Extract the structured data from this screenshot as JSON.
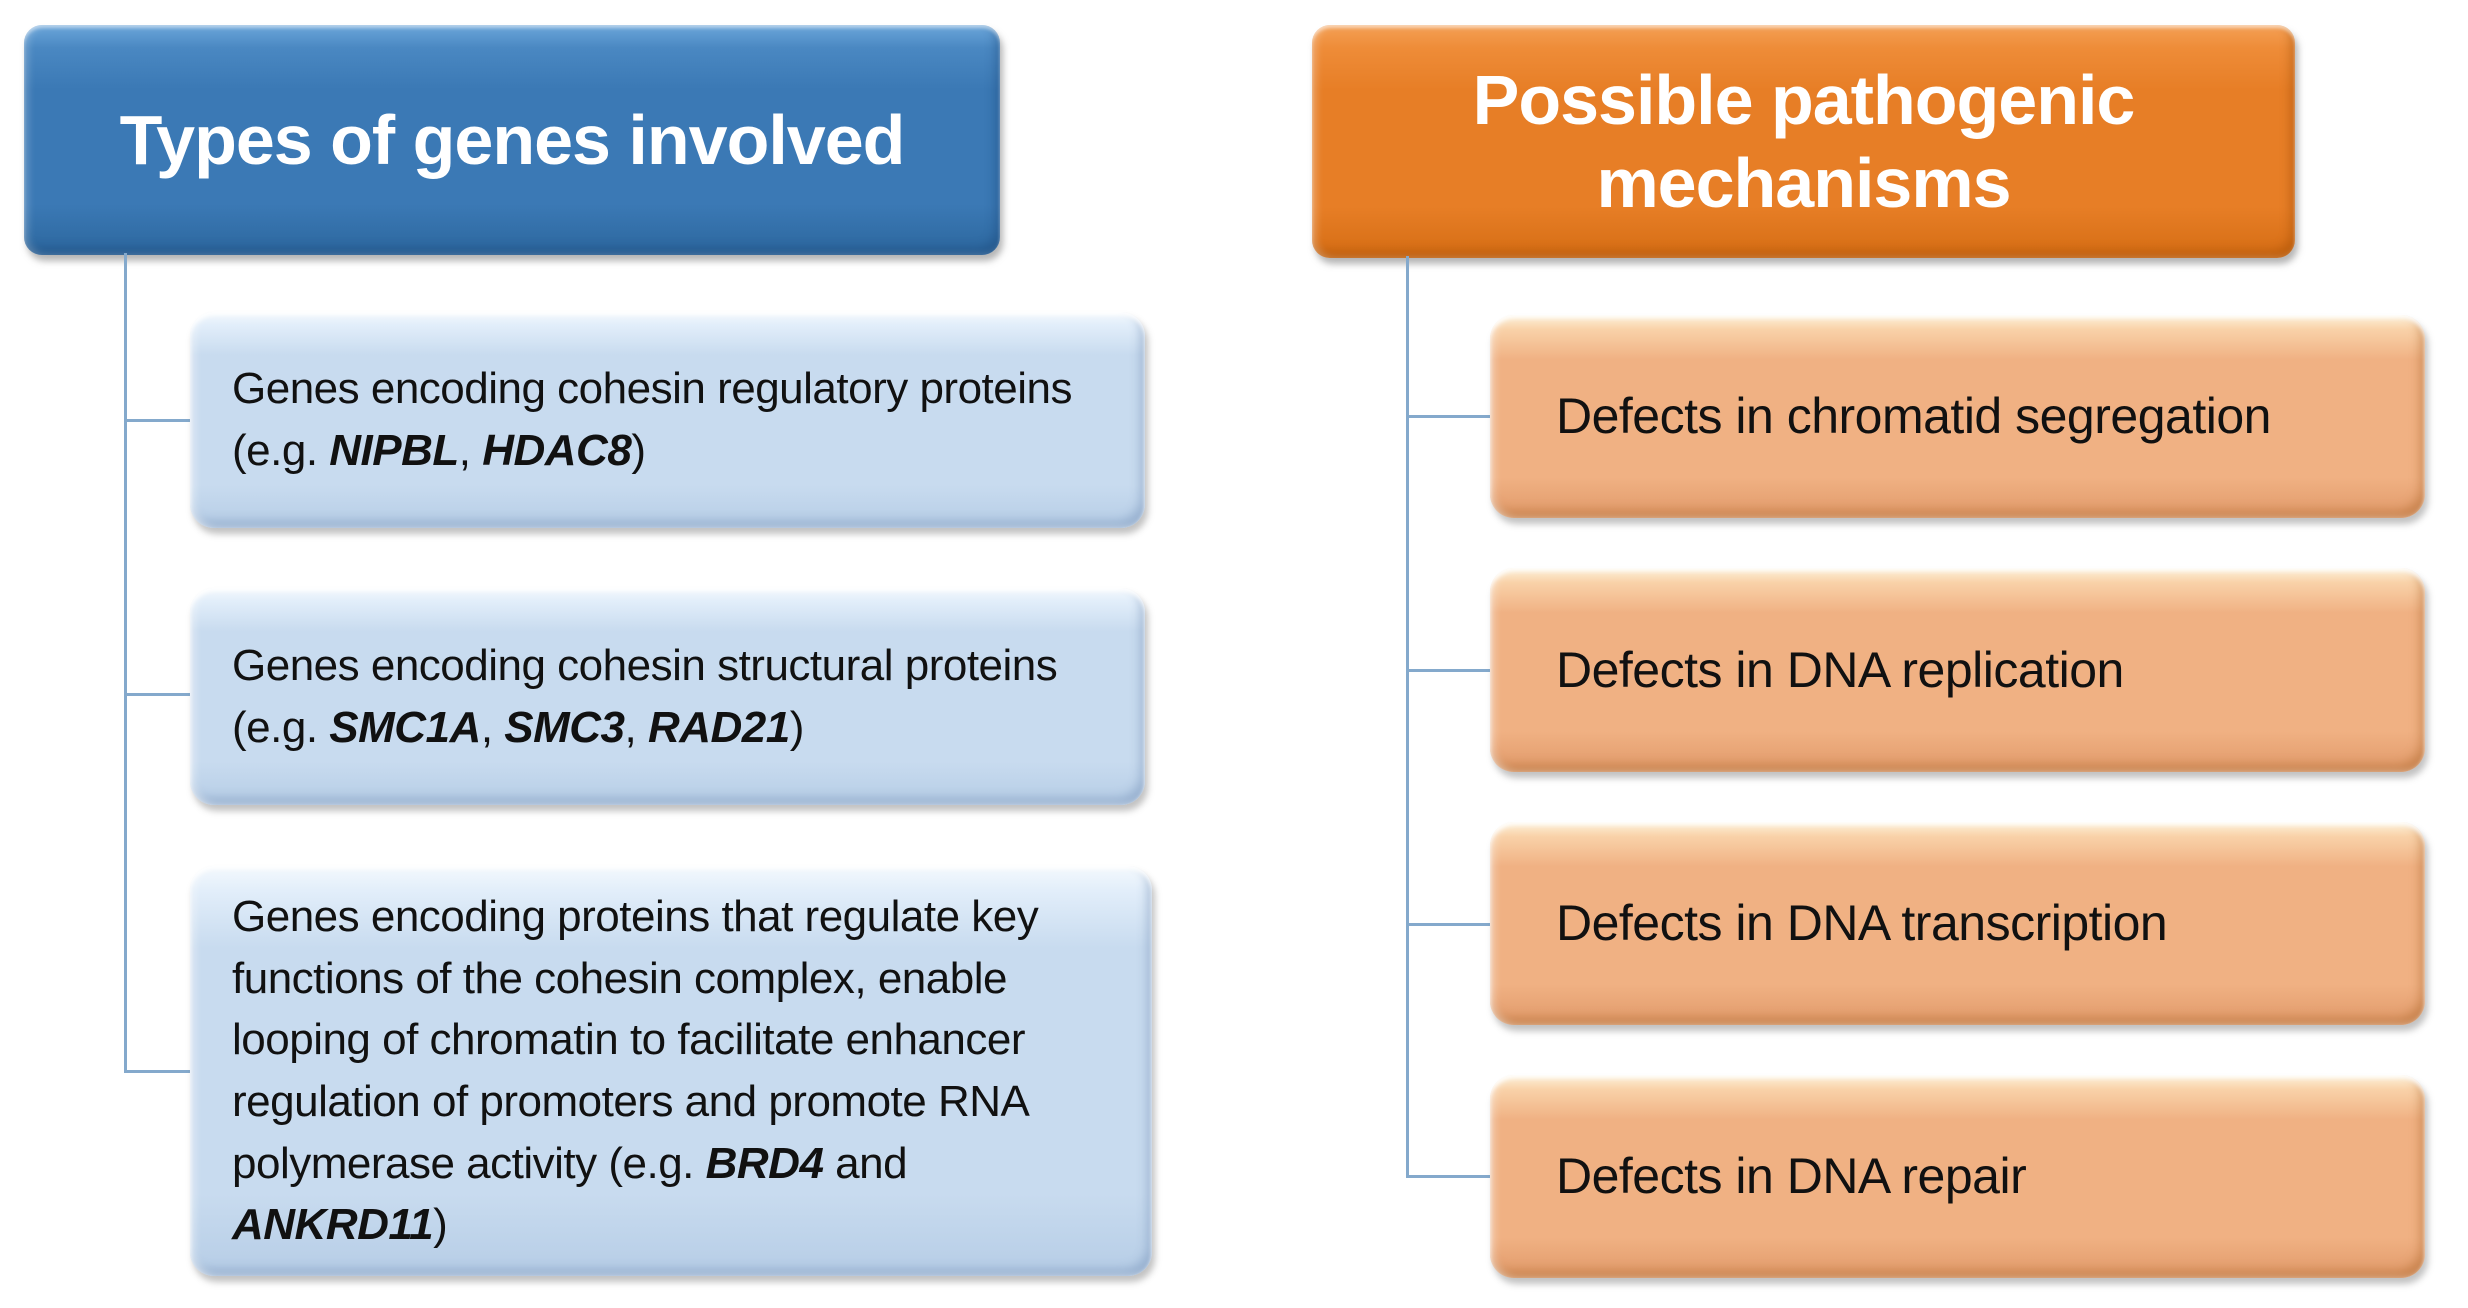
{
  "left_panel": {
    "header": "Types of genes involved",
    "items": [
      {
        "parts": [
          {
            "text": "Genes encoding cohesin regulatory proteins (e.g. "
          },
          {
            "text": "NIPBL",
            "emphasis": true
          },
          {
            "text": ", "
          },
          {
            "text": "HDAC8",
            "emphasis": true
          },
          {
            "text": ")"
          }
        ]
      },
      {
        "parts": [
          {
            "text": "Genes encoding cohesin structural proteins (e.g. "
          },
          {
            "text": "SMC1A",
            "emphasis": true
          },
          {
            "text": ", "
          },
          {
            "text": "SMC3",
            "emphasis": true
          },
          {
            "text": ", "
          },
          {
            "text": "RAD21",
            "emphasis": true
          },
          {
            "text": ")"
          }
        ]
      },
      {
        "parts": [
          {
            "text": "Genes encoding proteins that regulate key functions of the cohesin complex, enable looping of chromatin to facilitate enhancer regulation of promoters and promote RNA polymerase activity (e.g. "
          },
          {
            "text": "BRD4",
            "emphasis": true
          },
          {
            "text": " and "
          },
          {
            "text": "ANKRD11",
            "emphasis": true
          },
          {
            "text": ")"
          }
        ]
      }
    ]
  },
  "right_panel": {
    "header": "Possible pathogenic mechanisms",
    "items": [
      {
        "parts": [
          {
            "text": "Defects in chromatid segregation"
          }
        ]
      },
      {
        "parts": [
          {
            "text": "Defects in DNA replication"
          }
        ]
      },
      {
        "parts": [
          {
            "text": "Defects in DNA transcription"
          }
        ]
      },
      {
        "parts": [
          {
            "text": "Defects in DNA repair"
          }
        ]
      }
    ]
  },
  "colors": {
    "background": "#ffffff",
    "connector": "#84a9cc",
    "header-text": "#ffffff",
    "item-text": "#111111",
    "blue-header-top": "#6ba6da",
    "blue-header-mid": "#3b79b5",
    "blue-header-bottom": "#2c679e",
    "blue-item-top": "#e2eefa",
    "blue-item-mid": "#c8dbef",
    "blue-item-bottom": "#b6cde6",
    "orange-header-top": "#f4a055",
    "orange-header-mid": "#e77e26",
    "orange-header-bottom": "#d56d14",
    "orange-item-top": "#f9d2a9",
    "orange-item-mid": "#f0b183",
    "orange-item-bottom": "#e19a6a"
  }
}
